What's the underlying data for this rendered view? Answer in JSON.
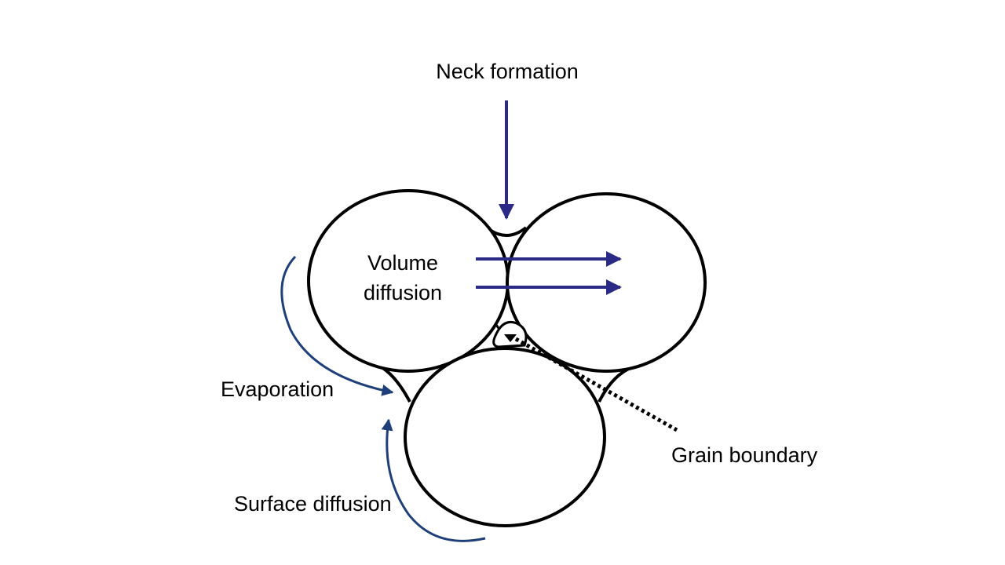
{
  "labels": {
    "neck_formation": "Neck formation",
    "volume_diffusion_line1": "Volume",
    "volume_diffusion_line2": "diffusion",
    "evaporation": "Evaporation",
    "surface_diffusion": "Surface diffusion",
    "grain_boundary": "Grain boundary"
  },
  "colors": {
    "outline": "#000000",
    "arrow_navy": "#2b2a86",
    "arrow_blue": "#1f3f7a",
    "text": "#000000"
  }
}
